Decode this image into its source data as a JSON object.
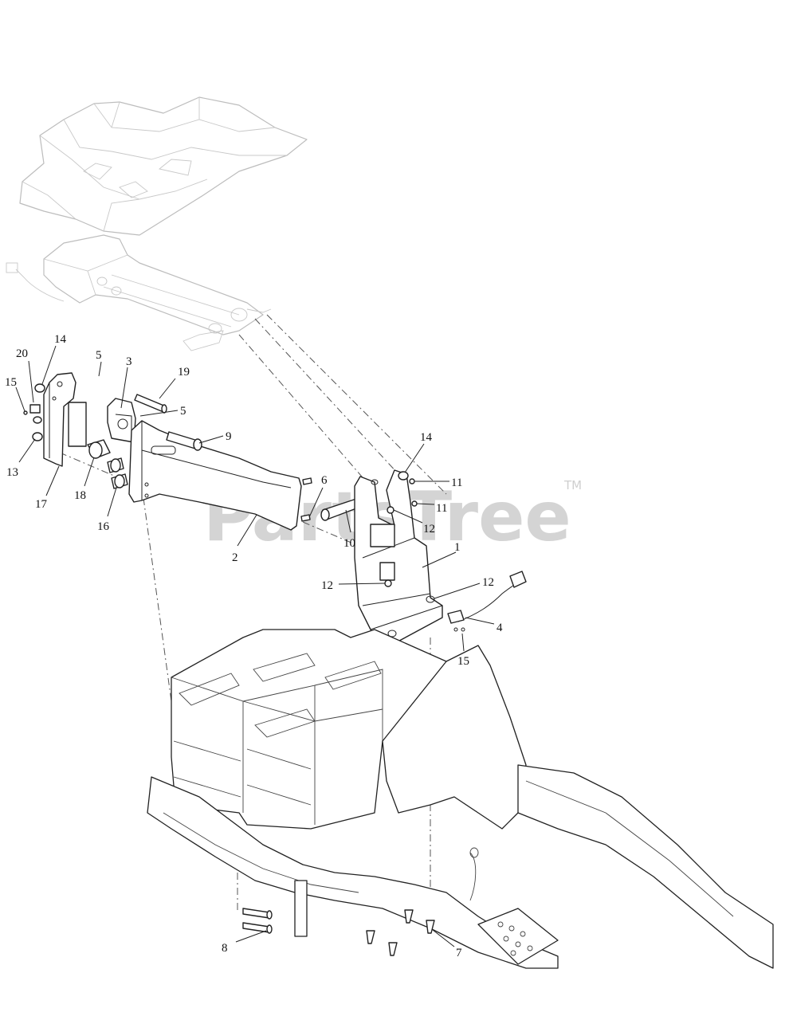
{
  "watermark": {
    "text": "PartsTree",
    "trademark": "TM"
  },
  "callouts": [
    {
      "id": "c20",
      "label": "20"
    },
    {
      "id": "c14a",
      "label": "14"
    },
    {
      "id": "c15a",
      "label": "15"
    },
    {
      "id": "c13",
      "label": "13"
    },
    {
      "id": "c17",
      "label": "17"
    },
    {
      "id": "c5a",
      "label": "5"
    },
    {
      "id": "c3",
      "label": "3"
    },
    {
      "id": "c19",
      "label": "19"
    },
    {
      "id": "c5b",
      "label": "5"
    },
    {
      "id": "c9",
      "label": "9"
    },
    {
      "id": "c18",
      "label": "18"
    },
    {
      "id": "c16",
      "label": "16"
    },
    {
      "id": "c6",
      "label": "6"
    },
    {
      "id": "c2",
      "label": "2"
    },
    {
      "id": "c14b",
      "label": "14"
    },
    {
      "id": "c11a",
      "label": "11"
    },
    {
      "id": "c11b",
      "label": "11"
    },
    {
      "id": "c12a",
      "label": "12"
    },
    {
      "id": "c10",
      "label": "10"
    },
    {
      "id": "c1",
      "label": "1"
    },
    {
      "id": "c12b",
      "label": "12"
    },
    {
      "id": "c12c",
      "label": "12"
    },
    {
      "id": "c4",
      "label": "4"
    },
    {
      "id": "c15b",
      "label": "15"
    },
    {
      "id": "c8",
      "label": "8"
    },
    {
      "id": "c7",
      "label": "7"
    }
  ]
}
